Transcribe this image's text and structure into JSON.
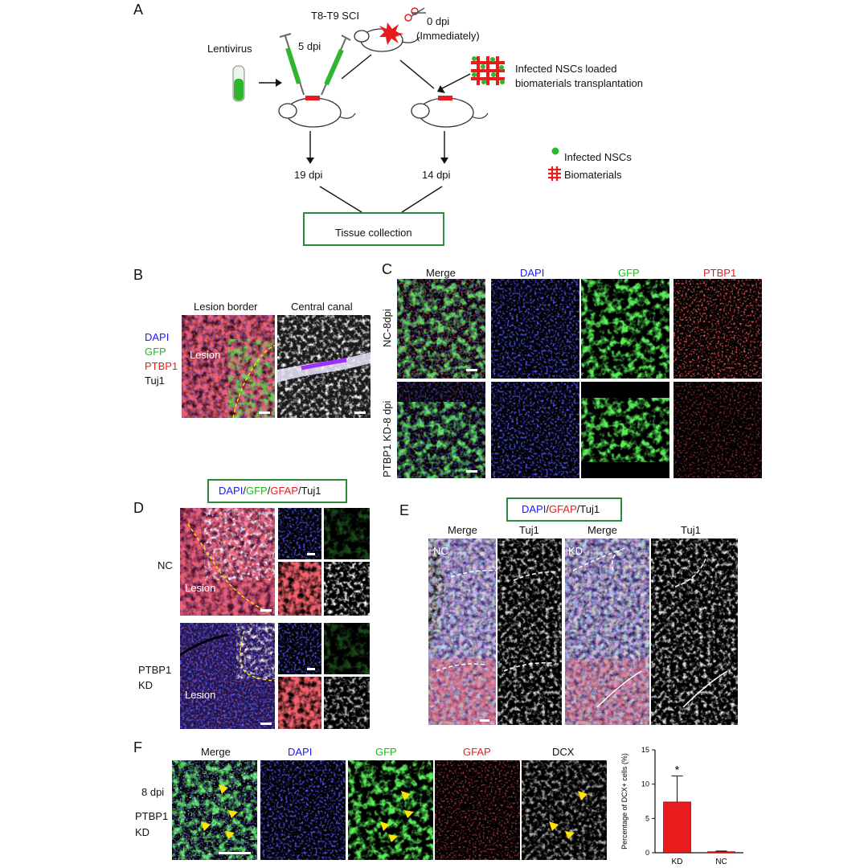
{
  "panel_letters": [
    "A",
    "B",
    "C",
    "D",
    "E",
    "F"
  ],
  "A": {
    "sci_label": "T8-T9 SCI",
    "lentivirus": "Lentivirus",
    "dpi5": "5 dpi",
    "dpi0": "0 dpi",
    "dpi0_note": "(Immediately)",
    "transplant_line1": "Infected NSCs loaded",
    "transplant_line2": "biomaterials transplantation",
    "dpi19": "19 dpi",
    "dpi14": "14 dpi",
    "tissue": "Tissue collection",
    "legend_nsc": "Infected NSCs",
    "legend_bio": "Biomaterials"
  },
  "B": {
    "col1": "Lesion border",
    "col2": "Central canal",
    "stain_dapi": "DAPI",
    "stain_gfp": "GFP",
    "stain_ptbp1": "PTBP1",
    "stain_tuj1": "Tuj1",
    "lesion": "Lesion"
  },
  "C": {
    "cols": [
      "Merge",
      "DAPI",
      "GFP",
      "PTBP1"
    ],
    "row1": "NC-8dpi",
    "row2": "PTBP1 KD-8 dpi"
  },
  "D": {
    "legend": {
      "dapi": "DAPI",
      "s1": "/",
      "gfp": "GFP",
      "s2": "/",
      "gfap": "GFAP",
      "s3": "/",
      "tuj1": "Tuj1"
    },
    "row1": "NC",
    "row2a": "PTBP1",
    "row2b": "KD",
    "lesion": "Lesion"
  },
  "E": {
    "legend": {
      "dapi": "DAPI",
      "s1": "/",
      "gfap": "GFAP",
      "s2": "/Tuj1"
    },
    "cols": [
      "Merge",
      "Tuj1",
      "Merge",
      "Tuj1"
    ],
    "nc": "NC",
    "kd": "KD"
  },
  "F": {
    "cols": [
      "Merge",
      "DAPI",
      "GFP",
      "GFAP",
      "DCX"
    ],
    "row_a": "8 dpi",
    "row_b": "PTBP1",
    "row_c": "KD"
  },
  "colors": {
    "dapi": "#1a1aff",
    "gfp": "#16c016",
    "red": "#e81c1c",
    "green_box": "#2e8b3c",
    "yellow": "#ffe400"
  },
  "chart_data": {
    "type": "bar",
    "categories": [
      "KD",
      "NC"
    ],
    "values": [
      7.4,
      0.15
    ],
    "errors": [
      3.8,
      0.1
    ],
    "ylabel": "Percentage of DCX+ cells (%)",
    "ylim": [
      0,
      15
    ],
    "yticks": [
      "0",
      "5",
      "10",
      "15"
    ],
    "significance": "*",
    "bar_colors": [
      "#e81c1c",
      "#e81c1c"
    ]
  }
}
